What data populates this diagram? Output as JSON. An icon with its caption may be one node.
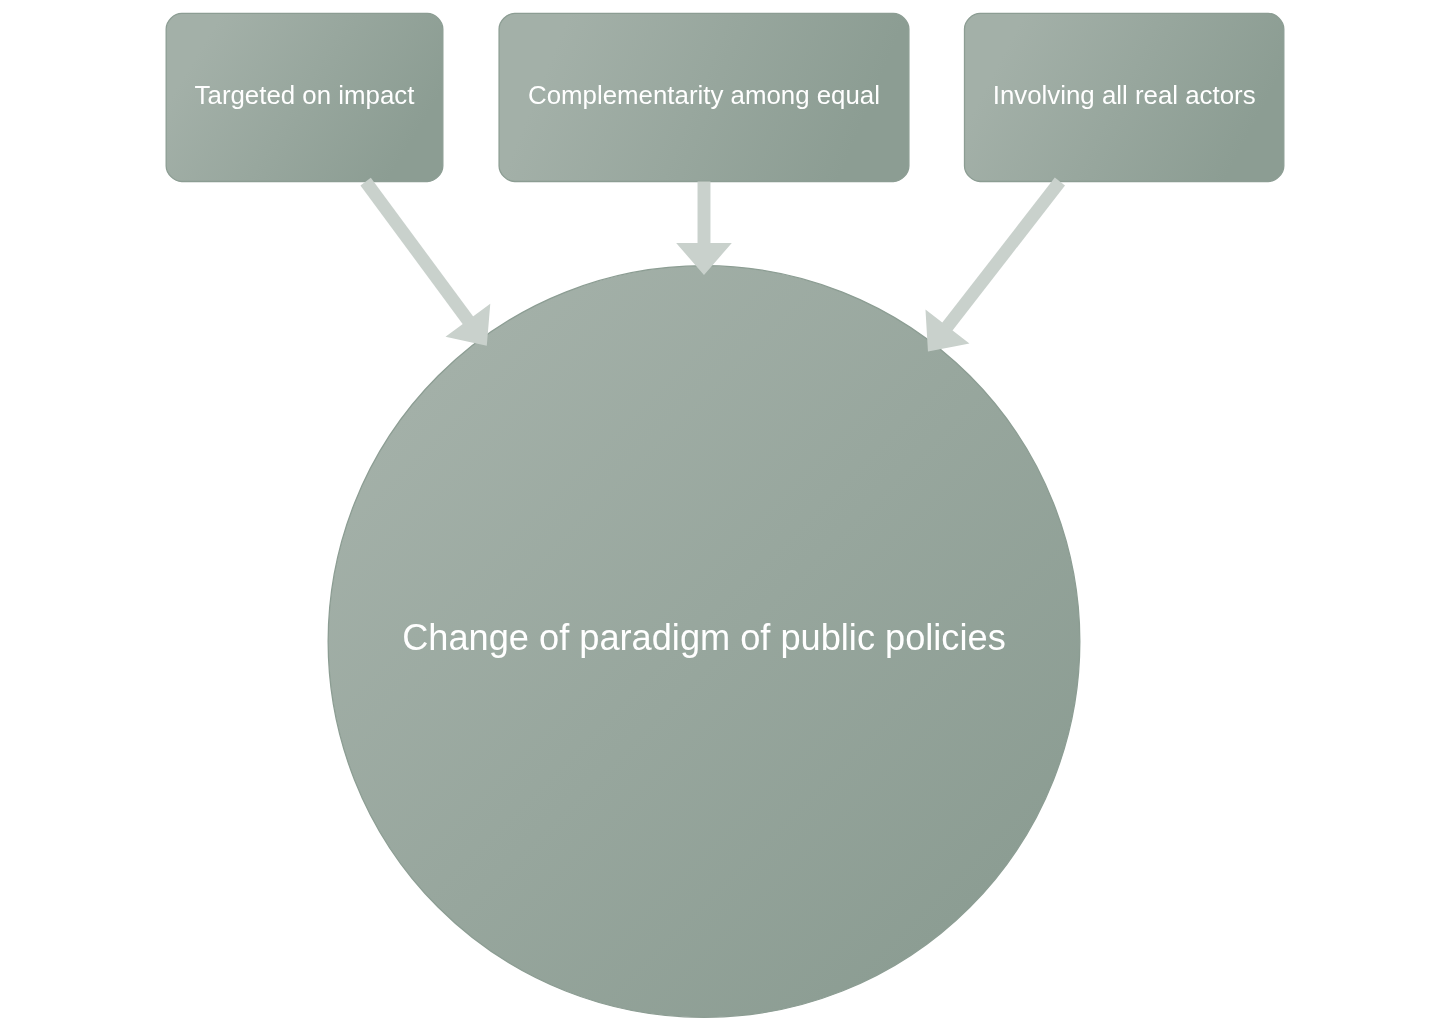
{
  "diagram": {
    "nodes": [
      {
        "text": [
          "Complementarity among equal"
        ]
      },
      {
        "text": [
          "Targeted on impact"
        ]
      },
      {
        "text": [
          "Involving all real actors"
        ]
      },
      {
        "text": [
          "Change of paradigm of public policies"
        ]
      }
    ],
    "edges": [
      {
        "from": 1,
        "to": 3,
        "arrow": "to"
      },
      {
        "from": 0,
        "to": 3,
        "arrow": "to"
      },
      {
        "from": 2,
        "to": 3,
        "arrow": "to"
      }
    ]
  }
}
